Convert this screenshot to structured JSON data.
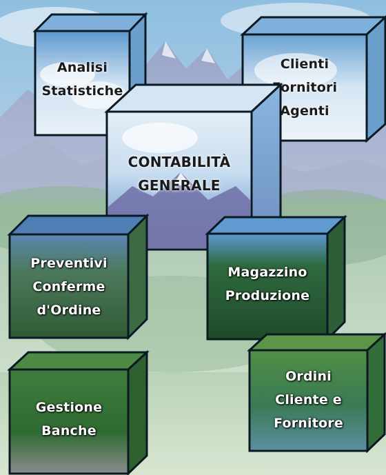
{
  "modules": {
    "analisi": "Analisi\nStatistiche",
    "clienti": "Clienti\nFornitori\nAgenti",
    "contabilita": "CONTABILITÀ\nGENERALE",
    "preventivi": "Preventivi\nConferme\nd'Ordine",
    "magazzino": "Magazzino\nProduzione",
    "gestione": "Gestione\nBanche",
    "ordini": "Ordini\nCliente e\nFornitore"
  },
  "colors": {
    "sky": "#9cc4df",
    "mountain": "#8a93b8",
    "forest": "#3f7a4a",
    "cloud": "#ffffff",
    "edge": "#0b1a22"
  }
}
